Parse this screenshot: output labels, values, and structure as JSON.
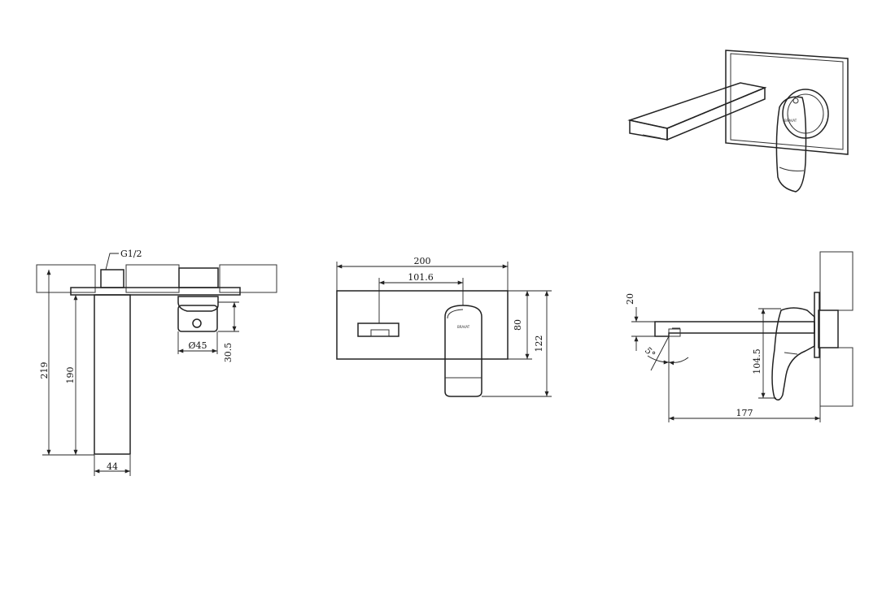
{
  "top_view": {
    "thread_label": "G1/2",
    "dim_total": "219",
    "dim_spout": "190",
    "dim_width": "44",
    "dim_diameter": "Ø45",
    "dim_depth": "30.5"
  },
  "front_view": {
    "dim_plate_width": "200",
    "dim_offset": "101.6",
    "dim_plate_height": "80",
    "dim_total_height": "122",
    "brand_mark": "BRAVAT"
  },
  "side_view": {
    "dim_spout_height": "20",
    "dim_angle": "5°",
    "dim_handle_height": "104.5",
    "dim_projection": "177"
  },
  "iso_view": {
    "brand_mark": "BRAVAT"
  }
}
